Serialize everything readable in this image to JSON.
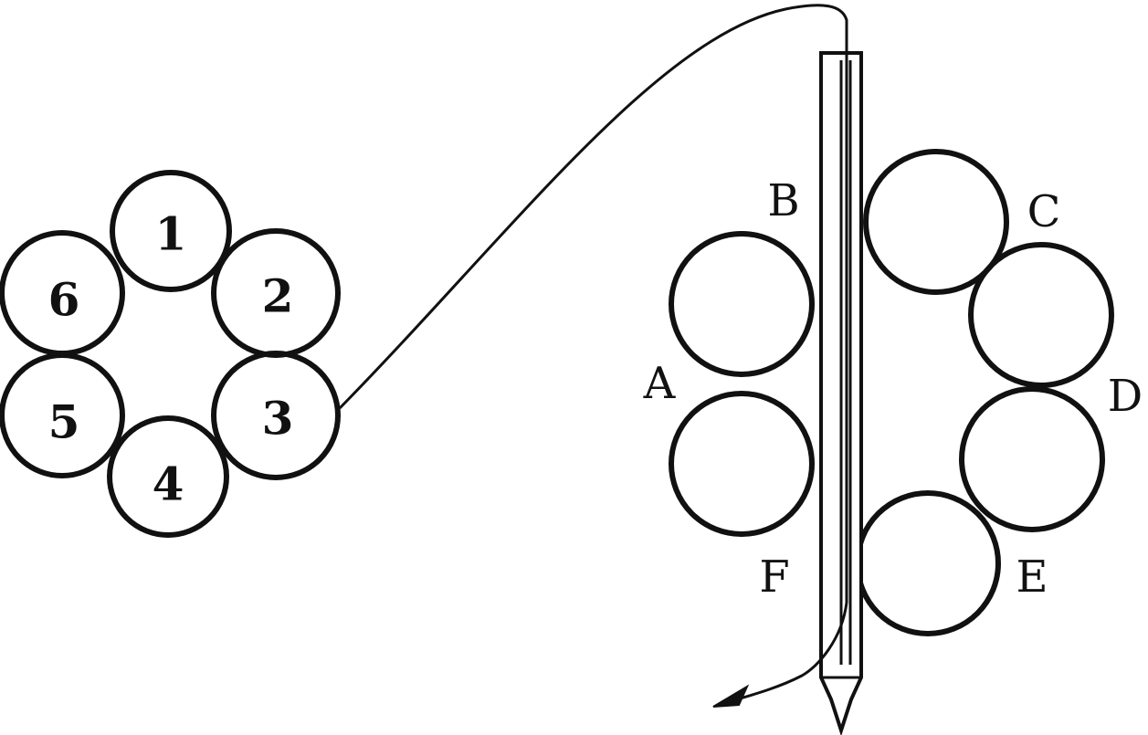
{
  "left_cluster": {
    "rings": [
      {
        "label": "1"
      },
      {
        "label": "2"
      },
      {
        "label": "3"
      },
      {
        "label": "4"
      },
      {
        "label": "5"
      },
      {
        "label": "6"
      }
    ]
  },
  "right_cluster": {
    "labels": {
      "a": "A",
      "b": "B",
      "c": "C",
      "d": "D",
      "e": "E",
      "f": "F"
    }
  }
}
